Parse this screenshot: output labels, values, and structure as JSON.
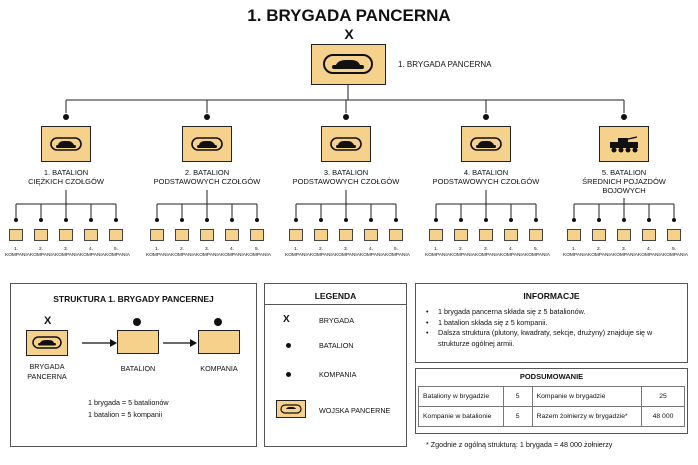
{
  "title": "1. BRYGADA PANCERNA",
  "brigade": {
    "symbol": "X",
    "label": "1. BRYGADA PANCERNA"
  },
  "battalions": [
    {
      "label": "1. BATALION\nCIĘŻKICH CZOŁGÓW",
      "icon": "tank-icon"
    },
    {
      "label": "2. BATALION\nPODSTAWOWYCH CZOŁGÓW",
      "icon": "tank-icon"
    },
    {
      "label": "3. BATALION\nPODSTAWOWYCH CZOŁGÓW",
      "icon": "tank-icon"
    },
    {
      "label": "4. BATALION\nPODSTAWOWYCH CZOŁGÓW",
      "icon": "tank-icon"
    },
    {
      "label": "5. BATALION\nŚREDNICH POJAZDÓW\nBOJOWYCH",
      "icon": "ifv-icon"
    }
  ],
  "companies": [
    "1.\nKOMPANIA",
    "2.\nKOMPANIA",
    "3.\nKOMPANIA",
    "4.\nKOMPANIA",
    "5.\nKOMPANIA"
  ],
  "structure": {
    "title": "STRUKTURA 1. BRYGADY PANCERNEJ",
    "x_symbol": "X",
    "brigade_label": "BRYGADA\nPANCERNA",
    "battalion_label": "BATALION",
    "company_label": "KOMPANIA",
    "note1": "1 brygada = 5 batalionów",
    "note2": "1 batalion = 5 kompanii"
  },
  "legend": {
    "title": "LEGENDA",
    "items": [
      {
        "symbol": "X",
        "label": "BRYGADA"
      },
      {
        "symbol": "•",
        "label": "BATALION"
      },
      {
        "symbol": "•",
        "label": "KOMPANIA"
      },
      {
        "symbol": "tank-icon",
        "label": "WOJSKA PANCERNE"
      }
    ]
  },
  "info": {
    "title": "INFORMACJE",
    "bullets": [
      "1 brygada pancerna składa się z 5 batalionów.",
      "1 batalion składa się z 5 kompanii.",
      "Dalsza struktura (plutony, kwadraty, sekcje, drużyny) znajduje się w strukturze ogólnej armii."
    ]
  },
  "summary": {
    "title": "PODSUMOWANIE",
    "rows": [
      [
        "Bataliony w brygadzie",
        "5",
        "Kompanie w brygadzie",
        "25"
      ],
      [
        "Kompanie w batalionie",
        "5",
        "Razem żołnierzy w brygadzie*",
        "48 000"
      ]
    ],
    "footnote": "* Zgodnie z ogólną strukturą: 1 brygada = 48 000 żołnierzy"
  },
  "colors": {
    "unit_fill": "#f6d18c",
    "line": "#222222"
  }
}
